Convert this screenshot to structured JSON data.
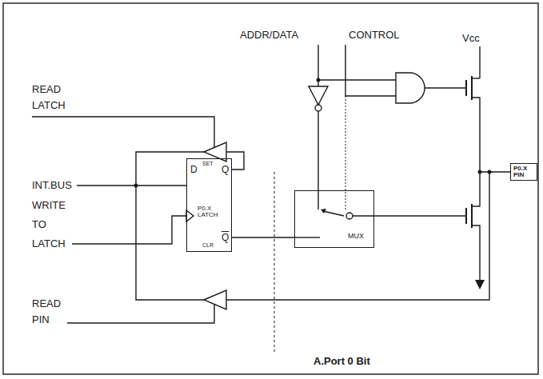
{
  "diagram": {
    "caption": "A.Port 0 Bit",
    "nodes": [
      {
        "text": [
          "D",
          "SET",
          "Q",
          "P0.X LATCH",
          "CLR",
          "Q"
        ]
      },
      {
        "text": [
          "MUX"
        ]
      },
      {
        "text": [
          "P0.X PIN"
        ]
      }
    ],
    "edges": [
      {
        "from": 0,
        "to": 1,
        "arrow": "none"
      }
    ],
    "labels": [
      "READ LATCH",
      "INT.BUS",
      "WRITE TO LATCH",
      "READ PIN",
      "ADDR/DATA",
      "CONTROL",
      "Vcc"
    ]
  }
}
